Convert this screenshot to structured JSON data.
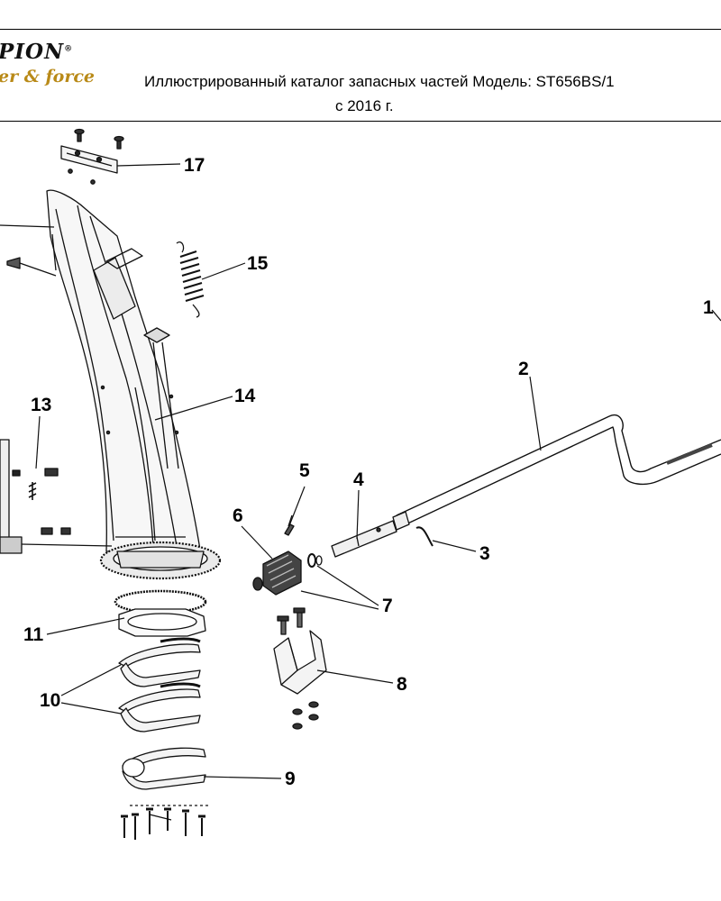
{
  "header": {
    "logo_line1": "PION",
    "logo_mark": "®",
    "logo_line2": "er & force",
    "title": "Иллюстрированный каталог запасных частей Модель: ST656BS/1",
    "subtitle": "с 2016 г."
  },
  "callouts": [
    "17",
    "15",
    "14",
    "13",
    "1",
    "2",
    "3",
    "4",
    "5",
    "6",
    "7",
    "8",
    "9",
    "10",
    "11"
  ]
}
